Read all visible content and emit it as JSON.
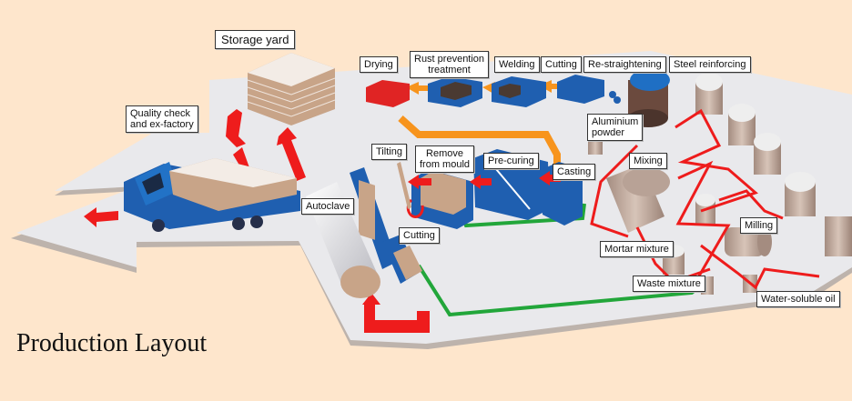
{
  "diagram": {
    "title": "Production Layout",
    "colors": {
      "background": "#fee6cc",
      "floor": "#e9e9ec",
      "machine_blue": "#1f5fb0",
      "flow_arrow_red": "#ee1c1c",
      "steel_arrow_orange": "#f7941d",
      "return_line_green": "#22a63a",
      "block_tan": "#c8a488",
      "silo": "#c9b3a6"
    },
    "labels": {
      "storage_yard": "Storage yard",
      "quality_check_line1": "Quality check",
      "quality_check_line2": "and ex-factory",
      "drying": "Drying",
      "rust_prevention_line1": "Rust prevention",
      "rust_prevention_line2": "treatment",
      "welding": "Welding",
      "cutting_steel": "Cutting",
      "re_straightening": "Re-straightening",
      "steel_reinforcing": "Steel reinforcing",
      "aluminium_line1": "Aluminium",
      "aluminium_line2": "powder",
      "tilting": "Tilting",
      "remove_line1": "Remove",
      "remove_line2": "from mould",
      "pre_curing": "Pre-curing",
      "casting": "Casting",
      "mixing": "Mixing",
      "autoclave": "Autoclave",
      "cutting_block": "Cutting",
      "milling": "Milling",
      "mortar_mixture": "Mortar mixture",
      "waste_mixture": "Waste mixture",
      "water_soluble_oil": "Water-soluble oil"
    }
  }
}
